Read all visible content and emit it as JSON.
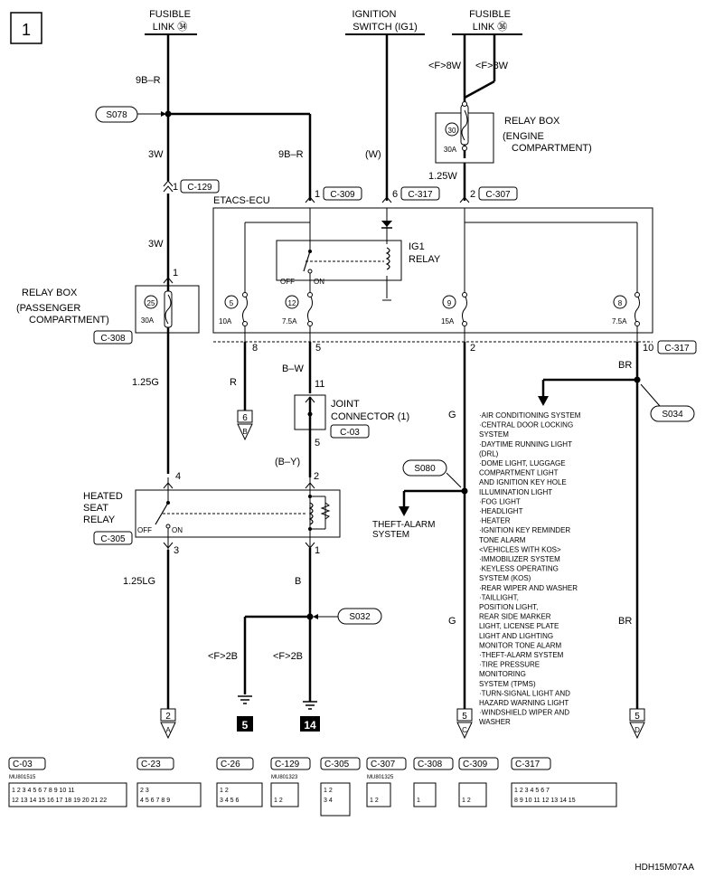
{
  "page_number": "1",
  "drawing_code": "HDH15M07AA",
  "sources": {
    "fusible_link_34": "FUSIBLE\nLINK ㉞",
    "ignition_switch": "IGNITION\nSWITCH (IG1)",
    "fusible_link_36": "FUSIBLE\nLINK ㊱"
  },
  "wires": {
    "w_9br_top": "9B–R",
    "w_3w_a": "3W",
    "w_9br_b": "9B–R",
    "w_W": "(W)",
    "w_f8w_1": "<F>8W",
    "w_f8w_2": "<F>8W",
    "w_125w": "1.25W",
    "w_3w_b": "3W",
    "w_125g": "1.25G",
    "w_R": "R",
    "w_bw": "B–W",
    "w_G1": "G",
    "w_BR1": "BR",
    "w_by": "(B–Y)",
    "w_125lg": "1.25LG",
    "w_B": "B",
    "w_G2": "G",
    "w_BR2": "BR",
    "w_f2b_1": "<F>2B",
    "w_f2b_2": "<F>2B"
  },
  "splices": {
    "s078": "S078",
    "s034": "S034",
    "s080": "S080",
    "s032": "S032"
  },
  "relay_box_engine": {
    "title": "RELAY BOX",
    "sub": "ENGINE\nCOMPARTMENT",
    "fuse_no": "30",
    "fuse_rating": "30A"
  },
  "relay_box_pass": {
    "title": "RELAY BOX",
    "sub": "PASSENGER\nCOMPARTMENT",
    "fuse_no": "25",
    "fuse_rating": "30A",
    "conn": "C-308",
    "pin": "1"
  },
  "etacs": {
    "title": "ETACS-ECU",
    "relay_label": "IG1\nRELAY",
    "off": "OFF",
    "on": "ON",
    "fuses": [
      {
        "no": "5",
        "rating": "10A"
      },
      {
        "no": "12",
        "rating": "7.5A"
      },
      {
        "no": "9",
        "rating": "15A"
      },
      {
        "no": "8",
        "rating": "7.5A"
      }
    ]
  },
  "connectors": {
    "c129": {
      "pin": "1",
      "id": "C-129"
    },
    "c309": {
      "pin": "1",
      "id": "C-309"
    },
    "c317a": {
      "pin": "6",
      "id": "C-317"
    },
    "c307": {
      "pin": "2",
      "id": "C-307"
    },
    "c317b": {
      "pin": "10",
      "id": "C-317"
    },
    "pins_bottom": [
      "8",
      "5",
      "2"
    ]
  },
  "joint_connector": {
    "title": "JOINT\nCONNECTOR (1)",
    "id": "C-03",
    "pin_in": "11",
    "pin_out": "5"
  },
  "heated_seat_relay": {
    "title": "HEATED\nSEAT\nRELAY",
    "id": "C-305",
    "off": "OFF",
    "on": "ON",
    "pin_4": "4",
    "pin_2": "2",
    "pin_3": "3",
    "pin_1": "1"
  },
  "off_page": [
    {
      "box": "6",
      "letter": "B"
    },
    {
      "box": "2",
      "letter": "A"
    },
    {
      "box": "5",
      "letter": "C"
    },
    {
      "box": "5",
      "letter": "D"
    }
  ],
  "grounds": [
    "5",
    "14"
  ],
  "theft_alarm": "THEFT-ALARM\nSYSTEM",
  "systems": [
    "·AIR CONDITIONING SYSTEM",
    "·CENTRAL DOOR LOCKING",
    "  SYSTEM",
    "·DAYTIME RUNNING LIGHT",
    "  (DRL)",
    "·DOME LIGHT, LUGGAGE",
    "  COMPARTMENT LIGHT",
    "  AND IGNITION KEY HOLE",
    "  ILLUMINATION LIGHT",
    "·FOG LIGHT",
    "·HEADLIGHT",
    "·HEATER",
    "·IGNITION KEY REMINDER",
    "  TONE ALARM",
    "  <VEHICLES WITH KOS>",
    "·IMMOBILIZER SYSTEM",
    "·KEYLESS OPERATING",
    "  SYSTEM (KOS)",
    "·REAR WIPER AND WASHER",
    "·TAILLIGHT,",
    "  POSITION LIGHT,",
    "  REAR SIDE MARKER",
    "  LIGHT, LICENSE PLATE",
    "  LIGHT AND LIGHTING",
    "  MONITOR TONE ALARM",
    "·THEFT-ALARM SYSTEM",
    "·TIRE PRESSURE",
    "  MONITORING",
    "  SYSTEM (TPMS)",
    "·TURN-SIGNAL LIGHT AND",
    "  HAZARD WARNING LIGHT",
    "·WINDSHIELD WIPER AND",
    "  WASHER"
  ],
  "legend": [
    {
      "id": "C-03",
      "part": "MU801515",
      "pins_top": "1 2 3 4 5 6 7 8 9 10 11",
      "pins_bottom": "12 13 14 15 16 17 18 19 20 21 22"
    },
    {
      "id": "C-23",
      "part": "",
      "pins_top": "2 3",
      "pins_bottom": "4 5 6 7 8 9"
    },
    {
      "id": "C-26",
      "part": "",
      "pins_top": "1 2",
      "pins_bottom": "3 4 5 6"
    },
    {
      "id": "C-129",
      "part": "MU801323",
      "pins_top": "",
      "pins_bottom": "1 2"
    },
    {
      "id": "C-305",
      "part": "",
      "pins_top": "1 2",
      "pins_bottom": "3 4"
    },
    {
      "id": "C-307",
      "part": "MU801325",
      "pins_top": "",
      "pins_bottom": "1 2"
    },
    {
      "id": "C-308",
      "part": "",
      "pins_top": "",
      "pins_bottom": "1"
    },
    {
      "id": "C-309",
      "part": "",
      "pins_top": "",
      "pins_bottom": "1 2"
    },
    {
      "id": "C-317",
      "part": "",
      "pins_top": "1 2 3 4   5 6 7",
      "pins_bottom": "8 9 10 11  12  13 14 15"
    }
  ]
}
